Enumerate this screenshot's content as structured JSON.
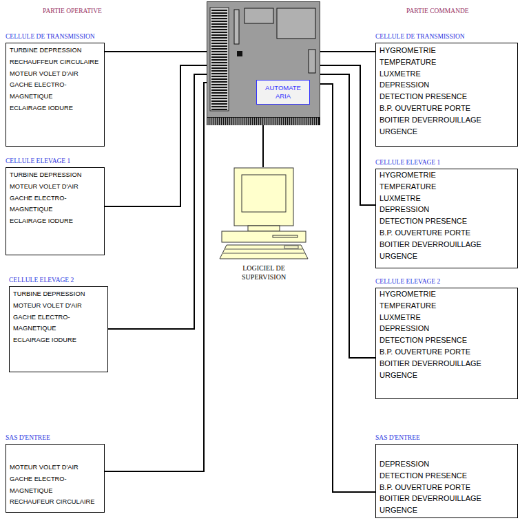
{
  "diagram": {
    "nodes": [
      {
        "text": [
          "CELLULE DE TRANSMISSION",
          "TURBINE DEPRESSION",
          "RECHAUFFEUR CIRCULAIRE",
          "MOTEUR VOLET D'AIR",
          "GACHE ELECTRO- MAGNETIQUE",
          "ECLAIRAGE IODURE"
        ]
      },
      {
        "text": [
          "AUTOMATE ARIA"
        ]
      },
      {
        "text": [
          "CELLULE DE TRANSMISSION",
          "HYGROMETRIE",
          "TEMPERATURE",
          "LUXMETRE",
          "DEPRESSION",
          "DETECTION PRESENCE",
          "B.P. OUVERTURE PORTE",
          "BOITIER DEVERROUILLAGE",
          "URGENCE"
        ]
      },
      {
        "text": [
          "CELLULE ELEVAGE 1",
          "TURBINE DEPRESSION",
          "MOTEUR VOLET D'AIR",
          "GACHE ELECTRO- MAGNETIQUE",
          "ECLAIRAGE IODURE"
        ]
      },
      {
        "text": [
          "CELLULE ELEVAGE 1",
          "HYGROMETRIE",
          "TEMPERATURE",
          "LUXMETRE",
          "DEPRESSION",
          "DETECTION PRESENCE",
          "B.P. OUVERTURE PORTE",
          "BOITIER DEVERROUILLAGE",
          "URGENCE"
        ]
      },
      {
        "text": [
          "LOGICIEL DE SUPERVISION"
        ]
      },
      {
        "text": [
          "CELLULE ELEVAGE 2",
          "TURBINE DEPRESSION",
          "MOTEUR VOLET D'AIR",
          "GACHE ELECTRO- MAGNETIQUE",
          "ECLAIRAGE IODURE"
        ]
      },
      {
        "text": [
          "CELLULE ELEVAGE 2",
          "HYGROMETRIE",
          "TEMPERATURE",
          "LUXMETRE",
          "DEPRESSION",
          "DETECTION PRESENCE",
          "B.P. OUVERTURE PORTE",
          "BOITIER DEVERROUILLAGE",
          "URGENCE"
        ]
      },
      {
        "text": [
          "SAS D'ENTREE",
          "MOTEUR VOLET D'AIR",
          "GACHE ELECTRO- MAGNETIQUE",
          "RECHAUFEUR CIRCULAIRE"
        ]
      },
      {
        "text": [
          "SAS D'ENTREE",
          "DEPRESSION",
          "DETECTION PRESENCE",
          "B.P. OUVERTURE PORTE",
          "BOITIER DEVERROUILLAGE",
          "URGENCE"
        ]
      }
    ],
    "edges": [
      {
        "from": 0,
        "to": 1,
        "arrow": "none"
      },
      {
        "from": 1,
        "to": 2,
        "arrow": "none"
      },
      {
        "from": 3,
        "to": 1,
        "arrow": "none"
      },
      {
        "from": 1,
        "to": 4,
        "arrow": "none"
      },
      {
        "from": 1,
        "to": 5,
        "arrow": "none"
      },
      {
        "from": 6,
        "to": 1,
        "arrow": "none"
      },
      {
        "from": 1,
        "to": 7,
        "arrow": "none"
      },
      {
        "from": 8,
        "to": 1,
        "arrow": "none"
      },
      {
        "from": 1,
        "to": 9,
        "arrow": "none"
      }
    ],
    "labels": [
      "PARTIE OPERATIVE",
      "PARTIE COMMANDE"
    ]
  }
}
